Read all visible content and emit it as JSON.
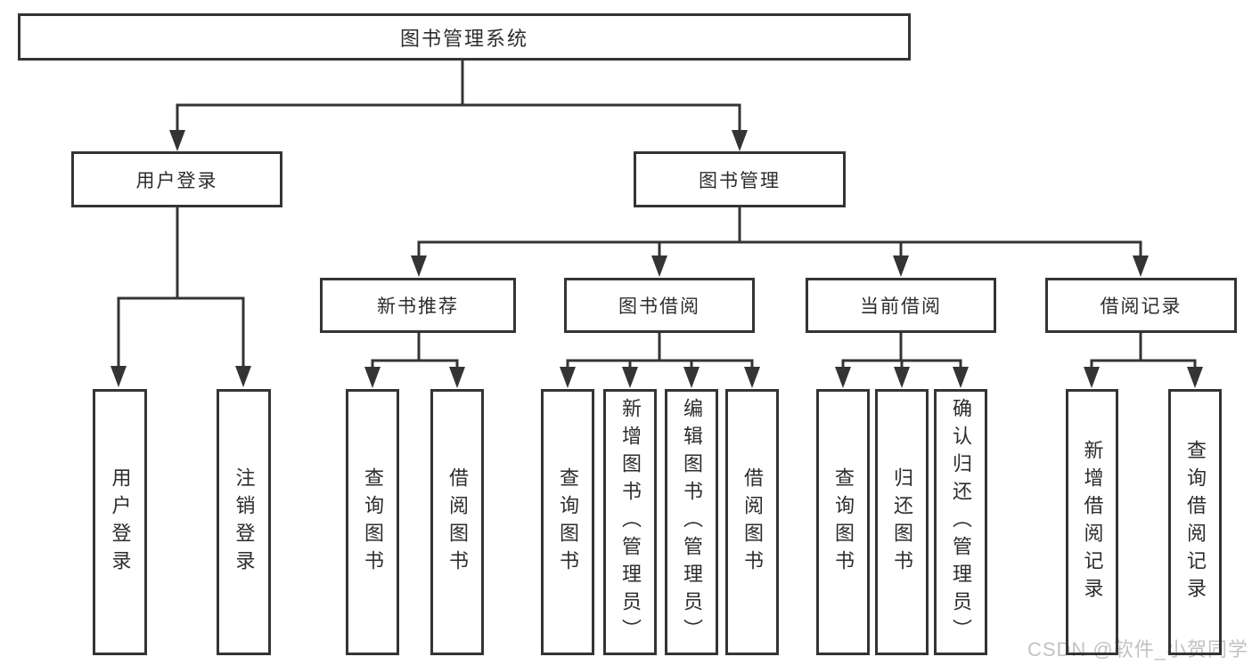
{
  "nodes": {
    "root": "图书管理系统",
    "level1": [
      "用户登录",
      "图书管理"
    ],
    "level2": [
      "新书推荐",
      "图书借阅",
      "当前借阅",
      "借阅记录"
    ],
    "leaves_login": [
      "用户登录",
      "注销登录"
    ],
    "leaves_recommend": [
      "查询图书",
      "借阅图书"
    ],
    "leaves_borrow": [
      "查询图书",
      "新增图书（管理员）",
      "编辑图书（管理员）",
      "借阅图书"
    ],
    "leaves_current": [
      "查询图书",
      "归还图书",
      "确认归还（管理员）"
    ],
    "leaves_records": [
      "新增借阅记录",
      "查询借阅记录"
    ]
  },
  "edges": [
    {
      "from": "图书管理系统",
      "to": "用户登录"
    },
    {
      "from": "图书管理系统",
      "to": "图书管理"
    },
    {
      "from": "用户登录",
      "to": "用户登录"
    },
    {
      "from": "用户登录",
      "to": "注销登录"
    },
    {
      "from": "图书管理",
      "to": "新书推荐"
    },
    {
      "from": "图书管理",
      "to": "图书借阅"
    },
    {
      "from": "图书管理",
      "to": "当前借阅"
    },
    {
      "from": "图书管理",
      "to": "借阅记录"
    },
    {
      "from": "新书推荐",
      "to": "查询图书"
    },
    {
      "from": "新书推荐",
      "to": "借阅图书"
    },
    {
      "from": "图书借阅",
      "to": "查询图书"
    },
    {
      "from": "图书借阅",
      "to": "新增图书（管理员）"
    },
    {
      "from": "图书借阅",
      "to": "编辑图书（管理员）"
    },
    {
      "from": "图书借阅",
      "to": "借阅图书"
    },
    {
      "from": "当前借阅",
      "to": "查询图书"
    },
    {
      "from": "当前借阅",
      "to": "归还图书"
    },
    {
      "from": "当前借阅",
      "to": "确认归还（管理员）"
    },
    {
      "from": "借阅记录",
      "to": "新增借阅记录"
    },
    {
      "from": "借阅记录",
      "to": "查询借阅记录"
    }
  ],
  "watermark": {
    "text": "CSDN @软件_小贺同学",
    "color": "#c2c2c2"
  },
  "colors": {
    "line": "#343434",
    "text": "#2d2d2d",
    "node_background": "#ffffff",
    "page_background": "#ffffff"
  }
}
